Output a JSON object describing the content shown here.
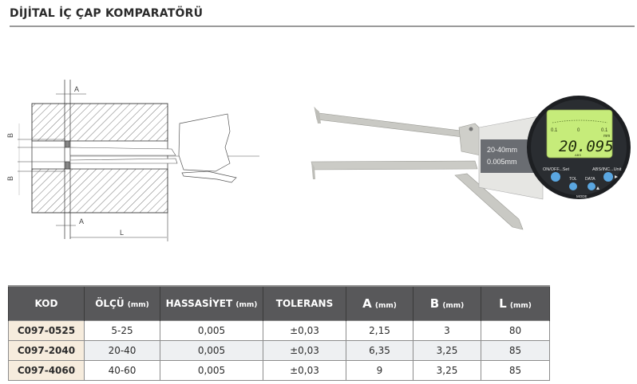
{
  "page": {
    "title": "DİJİTAL İÇ ÇAP KOMPARATÖRÜ"
  },
  "drawing": {
    "labels": {
      "a_top": "A",
      "a_bottom": "A",
      "b_top": "B",
      "b_bottom": "B",
      "l": "L"
    }
  },
  "product": {
    "body_label_range": "20-40mm",
    "body_label_resolution": "0.005mm",
    "display": {
      "reading": "20.095",
      "scale_left": "0.1",
      "scale_center": "0",
      "scale_right": "0.1",
      "unit": "mm",
      "mode": "ABS"
    },
    "buttons": {
      "on_off": "ON/OFF...Set",
      "abs_inc": "ABS/INC...Unit",
      "tol": "TOL",
      "data": "DATA",
      "mode": "MODE"
    },
    "colors": {
      "lcd": "#c6ec7a",
      "bezel": "#1d1f22",
      "button": "#5aa6e0",
      "steel": "#c9c9c4"
    }
  },
  "table": {
    "headers": [
      {
        "main": "KOD",
        "unit": ""
      },
      {
        "main": "ÖLÇÜ",
        "unit": "(mm)"
      },
      {
        "main": "HASSASİYET",
        "unit": "(mm)"
      },
      {
        "main": "TOLERANS",
        "unit": ""
      },
      {
        "main": "A",
        "unit": "(mm)"
      },
      {
        "main": "B",
        "unit": "(mm)"
      },
      {
        "main": "L",
        "unit": "(mm)"
      }
    ],
    "rows": [
      [
        "C097-0525",
        "5-25",
        "0,005",
        "±0,03",
        "2,15",
        "3",
        "80"
      ],
      [
        "C097-2040",
        "20-40",
        "0,005",
        "±0,03",
        "6,35",
        "3,25",
        "85"
      ],
      [
        "C097-4060",
        "40-60",
        "0,005",
        "±0,03",
        "9",
        "3,25",
        "85"
      ]
    ],
    "colors": {
      "header_bg": "#58585a",
      "kod_bg": "#f6ecdd",
      "alt_row_bg": "#eef0f2"
    }
  }
}
